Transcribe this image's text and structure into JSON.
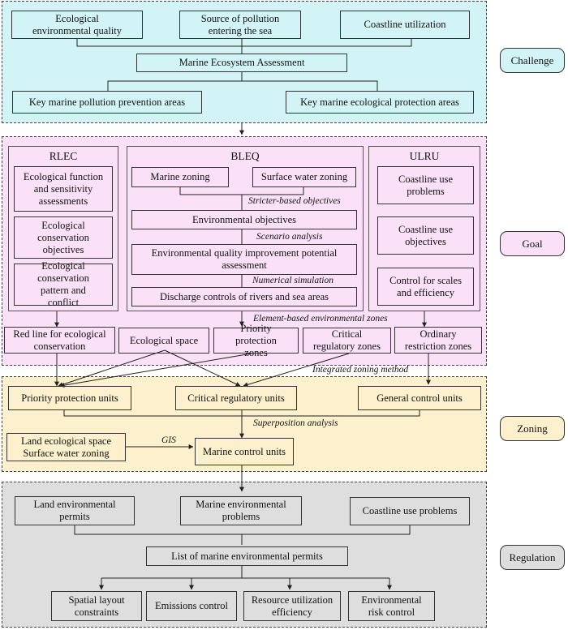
{
  "colors": {
    "challenge": "#d2f4f7",
    "goal": "#fbe1f8",
    "zoning": "#fdf0cc",
    "regulation": "#dedede"
  },
  "stages": {
    "challenge": "Challenge",
    "goal": "Goal",
    "zoning": "Zoning",
    "regulation": "Regulation"
  },
  "challenge": {
    "eco_quality": "Ecological environmental quality",
    "pollution_source": "Source of pollution entering the sea",
    "coastline": "Coastline utilization",
    "assessment": "Marine Ecosystem Assessment",
    "pollution_areas": "Key marine pollution prevention areas",
    "protection_areas": "Key marine ecological protection areas"
  },
  "goal": {
    "rlec": {
      "title": "RLEC",
      "items": [
        "Ecological function and sensitivity assessments",
        "Ecological conservation objectives",
        "Ecological conservation pattern and conflict"
      ]
    },
    "bleq": {
      "title": "BLEQ",
      "marine_zoning": "Marine zoning",
      "surface_water_zoning": "Surface water zoning",
      "stricter": "Stricter-based objectives",
      "env_objectives": "Environmental objectives",
      "scenario": "Scenario analysis",
      "improvement": "Environmental quality improvement potential assessment",
      "numerical": "Numerical simulation",
      "discharge": "Discharge controls of rivers and sea areas"
    },
    "ulru": {
      "title": "ULRU",
      "items": [
        "Coastline use problems",
        "Coastline use objectives",
        "Control for scales and efficiency"
      ]
    },
    "element_based": "Element-based environmental zones",
    "zones": {
      "red_line": "Red line for ecological conservation",
      "eco_space": "Ecological space",
      "priority": "Priority protection zones",
      "critical": "Critical regulatory zones",
      "ordinary": "Ordinary restriction zones"
    },
    "integrated": "Integrated zoning method"
  },
  "zoning": {
    "priority_units": "Priority protection units",
    "critical_units": "Critical regulatory units",
    "general_units": "General control units",
    "superposition": "Superposition analysis",
    "land_space": "Land ecological space Surface water zoning",
    "gis": "GIS",
    "marine_units": "Marine control units"
  },
  "regulation": {
    "land_permits": "Land environmental permits",
    "marine_problems": "Marine environmental problems",
    "coastline_problems": "Coastline use problems",
    "permit_list": "List of marine environmental permits",
    "spatial": "Spatial layout constraints",
    "emissions": "Emissions control",
    "resource": "Resource utilization efficiency",
    "risk": "Environmental risk control"
  }
}
